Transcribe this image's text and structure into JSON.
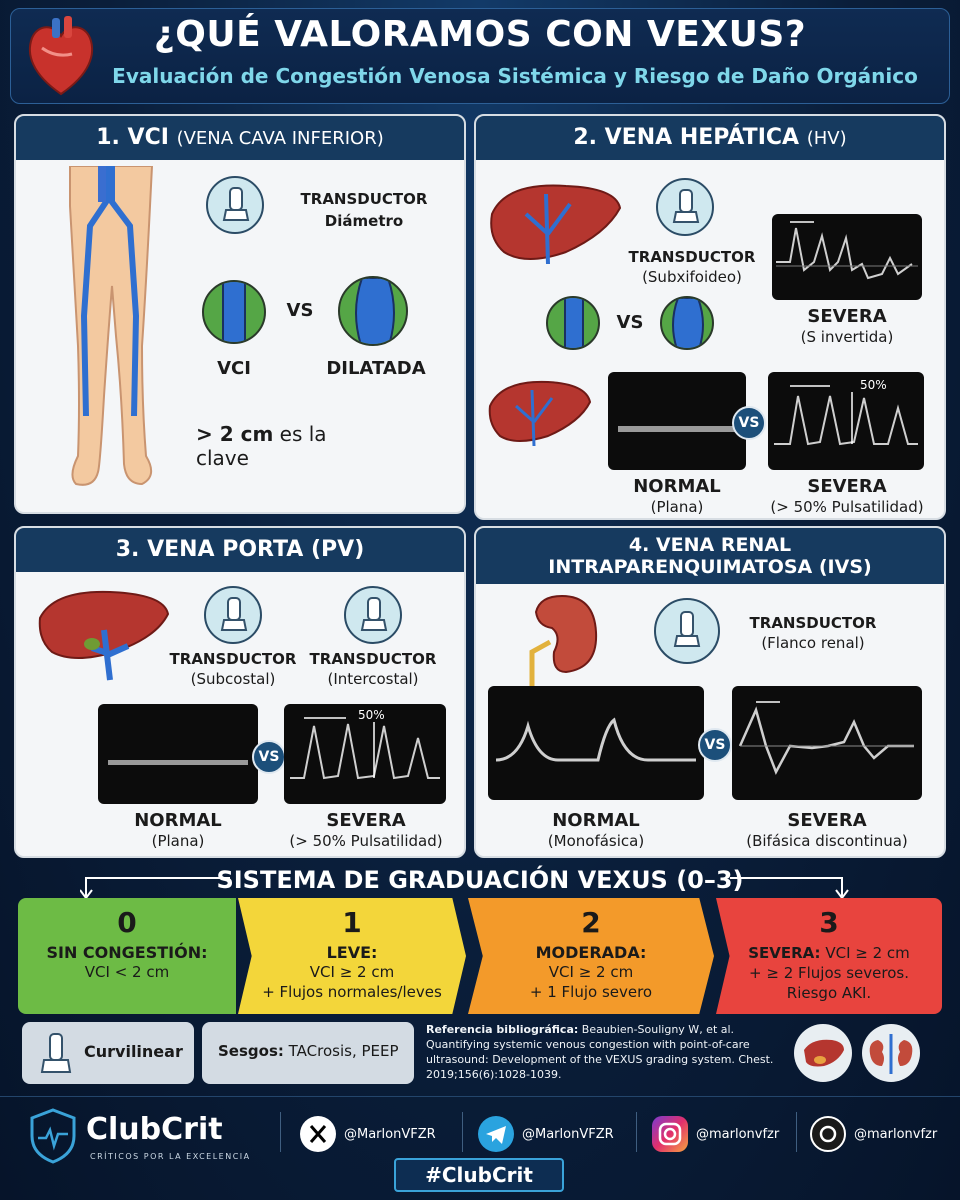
{
  "header": {
    "title": "¿QUÉ VALORAMOS CON VEXUS?",
    "subtitle": "Evaluación de Congestión Venosa Sistémica y Riesgo de Daño Orgánico"
  },
  "panel1": {
    "title": "1. VCI",
    "title_small": "(VENA CAVA INFERIOR)",
    "transductor": "TRANSDUCTOR",
    "transductor_sub": "Diámetro",
    "left_label": "VCI",
    "vs": "VS",
    "right_label": "DILATADA",
    "key_bold": "> 2 cm",
    "key_rest": " es la clave"
  },
  "panel2": {
    "title": "2. VENA HEPÁTICA",
    "title_small": "(HV)",
    "transductor": "TRANSDUCTOR",
    "transductor_sub": "(Subxifoideo)",
    "severa_top": "SEVERA",
    "severa_top_sub": "(S invertida)",
    "vs": "VS",
    "badge_vs": "VS",
    "pct": "50%",
    "normal": "NORMAL",
    "normal_sub": "(Plana)",
    "severa": "SEVERA",
    "severa_sub": "(> 50% Pulsatilidad)"
  },
  "panel3": {
    "title": "3. VENA PORTA (PV)",
    "transductor_a": "TRANSDUCTOR",
    "transductor_a_sub": "(Subcostal)",
    "transductor_b": "TRANSDUCTOR",
    "transductor_b_sub": "(Intercostal)",
    "badge_vs": "VS",
    "pct": "50%",
    "normal": "NORMAL",
    "normal_sub": "(Plana)",
    "severa": "SEVERA",
    "severa_sub": "(> 50% Pulsatilidad)"
  },
  "panel4": {
    "title_line1": "4. VENA RENAL",
    "title_line2": "INTRAPARENQUIMATOSA (IVS)",
    "transductor": "TRANSDUCTOR",
    "transductor_sub": "(Flanco renal)",
    "badge_vs": "VS",
    "normal": "NORMAL",
    "normal_sub": "(Monofásica)",
    "severa": "SEVERA",
    "severa_sub": "(Bifásica discontinua)"
  },
  "grading": {
    "title": "SISTEMA DE GRADUACIÓN VEXUS (0–3)",
    "grades": [
      {
        "num": "0",
        "name": "SIN CONGESTIÓN:",
        "line1": "VCI < 2 cm",
        "line2": "",
        "line3": "",
        "color": "#6dbb45"
      },
      {
        "num": "1",
        "name": "LEVE:",
        "line1": "VCI ≥ 2 cm",
        "line2": "+ Flujos normales/leves",
        "line3": "",
        "color": "#f3d63a"
      },
      {
        "num": "2",
        "name": "MODERADA:",
        "line1": "VCI ≥ 2 cm",
        "line2": "+ 1 Flujo severo",
        "line3": "",
        "color": "#f39a2a"
      },
      {
        "num": "3",
        "name": "SEVERA:",
        "line1": "VCI ≥ 2 cm",
        "line2": "+ ≥ 2 Flujos severos.",
        "line3": "Riesgo AKI.",
        "color": "#e8443e"
      }
    ]
  },
  "info": {
    "probe": "Curvilinear",
    "sesgos_label": "Sesgos:",
    "sesgos_value": "TACrosis, PEEP",
    "ref_label": "Referencia bibliográfica:",
    "ref_text": "Beaubien-Souligny W, et al. Quantifying systemic venous congestion with point-of-care ultrasound: Development of the VEXUS grading system. Chest. 2019;156(6):1028-1039."
  },
  "footer": {
    "brand": "ClubCrit",
    "tagline": "CRÍTICOS POR LA EXCELENCIA",
    "x_handle": "@MarlonVFZR",
    "telegram_handle": "@MarlonVFZR",
    "instagram_handle": "@marlonvfzr",
    "threads_handle": "@marlonvfzr",
    "hashtag": "#ClubCrit"
  },
  "colors": {
    "navy": "#163a5f",
    "accent_cyan": "#7fd7ea",
    "vessel_green": "#55a646",
    "vein_blue": "#2f6fd0"
  }
}
